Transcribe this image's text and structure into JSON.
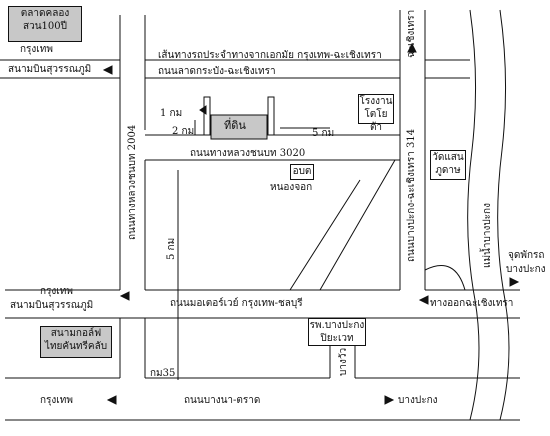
{
  "labels": {
    "market_line1": "ตลาดคลอง",
    "market_line2": "สวน100ปี",
    "bangkok_top": "กรุงเทพ",
    "airport_top": "สนามบินสุวรรณภูมิ",
    "motorway_line1": "เส้นทางรถประจำทางจากเอกมัย กรุงเทพ-ฉะเชิงเทรา",
    "motorway_line2": "ถนนลาดกระบัง-ฉะเชิงเทรา",
    "to_chachoengsao_top": "ฉะเชิงเทรา",
    "km_1": "1 กม",
    "km_2": "2 กม",
    "site": "ที่ดิน",
    "km_5_right": "5 กม",
    "factory_line1": "โรงงาน",
    "factory_line2": "โตโยต้า",
    "highway_3020": "ถนนทางหลวงชนบท 3020",
    "obt": "อบต",
    "nong_chok": "หนองจอก",
    "temple_line1": "วัดแสน",
    "temple_line2": "ภูดาษ",
    "road_2004": "ถนนทางหลวงชนบท 2004",
    "road_314": "ถนนบางปะกง-ฉะเชิงเทรา 314",
    "river": "แม่น้ำบางปะกง",
    "km_5_left": "5 กม",
    "end_line1": "จุดพักรถ",
    "end_line2": "บางปะกง",
    "bangkok_mid": "กรุงเทพ",
    "airport_mid": "สนามบินสุวรรณภูมิ",
    "motorway_road": "ถนนมอเตอร์เวย์ กรุงเทพ-ชลบุรี",
    "exit_chachoengsao": "ทางออกฉะเชิงเทรา",
    "golf_line1": "สนามกอล์ฟ",
    "golf_line2": "ไทยคันทรีคลับ",
    "km_35": "กม35",
    "hospital_line1": "รพ.บางปะกง",
    "hospital_line2": "ปิยะเวท",
    "bang_wua": "บางวัว",
    "bangkok_bottom": "กรุงเทพ",
    "bangna_trat": "ถนนบางนา-ตราด",
    "bang_pakong_bottom": "บางปะกง"
  },
  "colors": {
    "road_fill": "#ffffff",
    "road_stroke": "#111111",
    "site_fill": "#c8c8c8",
    "golf_fill": "#c8c8c8",
    "market_fill": "#c8c8c8"
  }
}
